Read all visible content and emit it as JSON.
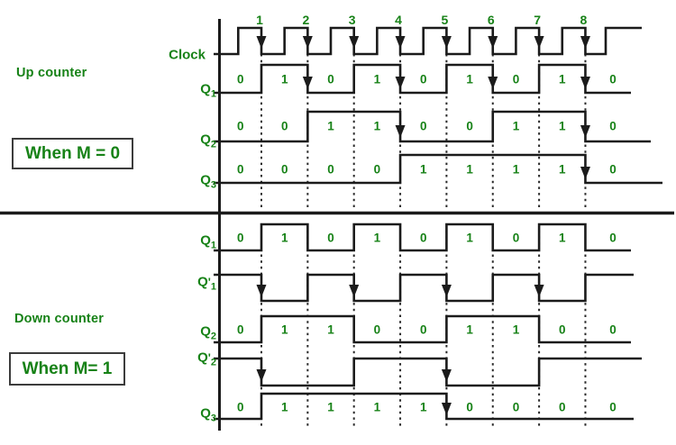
{
  "colors": {
    "text_green": "#178217",
    "line": "#1b1b1b",
    "dotted": "#2a2a2a",
    "box_border": "#3c3c3c",
    "background": "#ffffff"
  },
  "clock_numbers": [
    "1",
    "2",
    "3",
    "4",
    "5",
    "6",
    "7",
    "8"
  ],
  "sections": [
    {
      "id": "up",
      "side_label": "Up counter",
      "mode_label": "When M = 0",
      "rows": [
        {
          "id": "clock",
          "type": "clock",
          "label": {
            "base": "Clock",
            "prime": false,
            "sub": ""
          },
          "values": null,
          "arrows": [
            1,
            2,
            3,
            4,
            5,
            6,
            7,
            8
          ]
        },
        {
          "id": "up-q1",
          "type": "signal",
          "label": {
            "base": "Q",
            "prime": false,
            "sub": "1"
          },
          "bits": [
            0,
            1,
            0,
            1,
            0,
            1,
            0,
            1,
            0
          ],
          "values": [
            "0",
            "1",
            "0",
            "1",
            "0",
            "1",
            "0",
            "1",
            "0"
          ],
          "arrows": [
            2,
            4,
            6,
            8
          ]
        },
        {
          "id": "up-q2",
          "type": "signal",
          "label": {
            "base": "Q",
            "prime": false,
            "sub": "2"
          },
          "bits": [
            0,
            0,
            1,
            1,
            0,
            0,
            1,
            1,
            0
          ],
          "values": [
            "0",
            "0",
            "1",
            "1",
            "0",
            "0",
            "1",
            "1",
            "0"
          ],
          "arrows": [
            4,
            8
          ]
        },
        {
          "id": "up-q3",
          "type": "signal",
          "label": {
            "base": "Q",
            "prime": false,
            "sub": "3"
          },
          "bits": [
            0,
            0,
            0,
            0,
            1,
            1,
            1,
            1,
            0
          ],
          "values": [
            "0",
            "0",
            "0",
            "0",
            "1",
            "1",
            "1",
            "1",
            "0"
          ],
          "arrows": [
            8
          ]
        }
      ]
    },
    {
      "id": "down",
      "side_label": "Down counter",
      "mode_label": "When M= 1",
      "rows": [
        {
          "id": "down-q1",
          "type": "signal",
          "label": {
            "base": "Q",
            "prime": false,
            "sub": "1"
          },
          "bits": [
            0,
            1,
            0,
            1,
            0,
            1,
            0,
            1,
            0
          ],
          "values": [
            "0",
            "1",
            "0",
            "1",
            "0",
            "1",
            "0",
            "1",
            "0"
          ],
          "arrows": []
        },
        {
          "id": "down-q1p",
          "type": "signal",
          "label": {
            "base": "Q",
            "prime": true,
            "sub": "1"
          },
          "bits": [
            1,
            0,
            1,
            0,
            1,
            0,
            1,
            0,
            1
          ],
          "values": null,
          "arrows": [
            1,
            3,
            5,
            7
          ]
        },
        {
          "id": "down-q2",
          "type": "signal",
          "label": {
            "base": "Q",
            "prime": false,
            "sub": "2"
          },
          "bits": [
            0,
            1,
            1,
            0,
            0,
            1,
            1,
            0,
            0
          ],
          "values": [
            "0",
            "1",
            "1",
            "0",
            "0",
            "1",
            "1",
            "0",
            "0"
          ],
          "arrows": []
        },
        {
          "id": "down-q2p",
          "type": "signal",
          "label": {
            "base": "Q",
            "prime": true,
            "sub": "2"
          },
          "bits": [
            1,
            0,
            0,
            1,
            1,
            0,
            0,
            1,
            1
          ],
          "values": null,
          "arrows": [
            1,
            5
          ]
        },
        {
          "id": "down-q3",
          "type": "signal",
          "label": {
            "base": "Q",
            "prime": false,
            "sub": "3"
          },
          "bits": [
            0,
            1,
            1,
            1,
            1,
            0,
            0,
            0,
            0
          ],
          "values": [
            "0",
            "1",
            "1",
            "1",
            "1",
            "0",
            "0",
            "0",
            "0"
          ],
          "arrows": [
            5
          ]
        }
      ]
    }
  ]
}
